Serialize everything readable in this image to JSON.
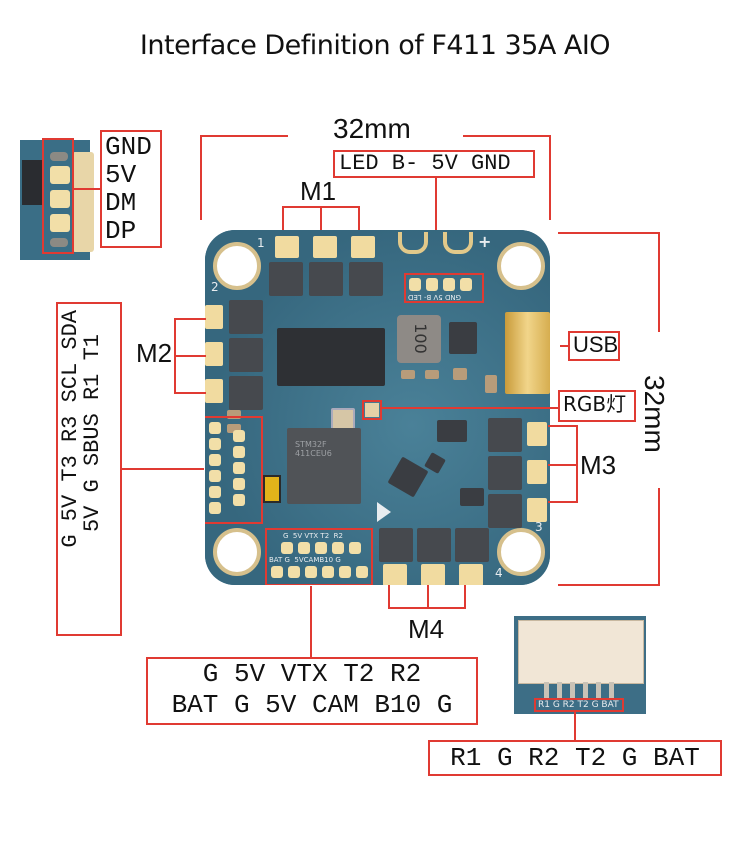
{
  "title": "Interface Definition of F411 35A AIO",
  "dimensions": {
    "width_label": "32mm",
    "height_label": "32mm"
  },
  "callouts": {
    "usb_side_pads": [
      "GND",
      "5V",
      "DM",
      "DP"
    ],
    "led_pads": "LED B- 5V GND",
    "m1": "M1",
    "m2": "M2",
    "m3": "M3",
    "m4": "M4",
    "usb": "USB",
    "rgb": "RGB灯",
    "left_pads_row1": "5V G SBUS R1 T1",
    "left_pads_row2": "G 5V T3 R3 SCL SDA",
    "bottom_pads_row1": "G 5V VTX T2 R2",
    "bottom_pads_row2": "BAT G 5V CAM B10 G",
    "connector_pins": "R1 G R2 T2 G BAT"
  },
  "board_silkscreen": {
    "led_pads": "GND 5V B- LED",
    "bottom_row1": "G  5V VTX T2  R2",
    "bottom_row2": "BAT G  5VCAMB10 G",
    "connector": "R1 G R2 T2 G BAT",
    "inductor": "100",
    "mcu": "STM32F 411CEU6",
    "corner_marks": [
      "1",
      "2",
      "3",
      "4",
      "+"
    ]
  },
  "colors": {
    "callout_red": "#e03a32",
    "pcb_blue": "#3a6e86",
    "pad_gold": "#f2dfa8"
  }
}
